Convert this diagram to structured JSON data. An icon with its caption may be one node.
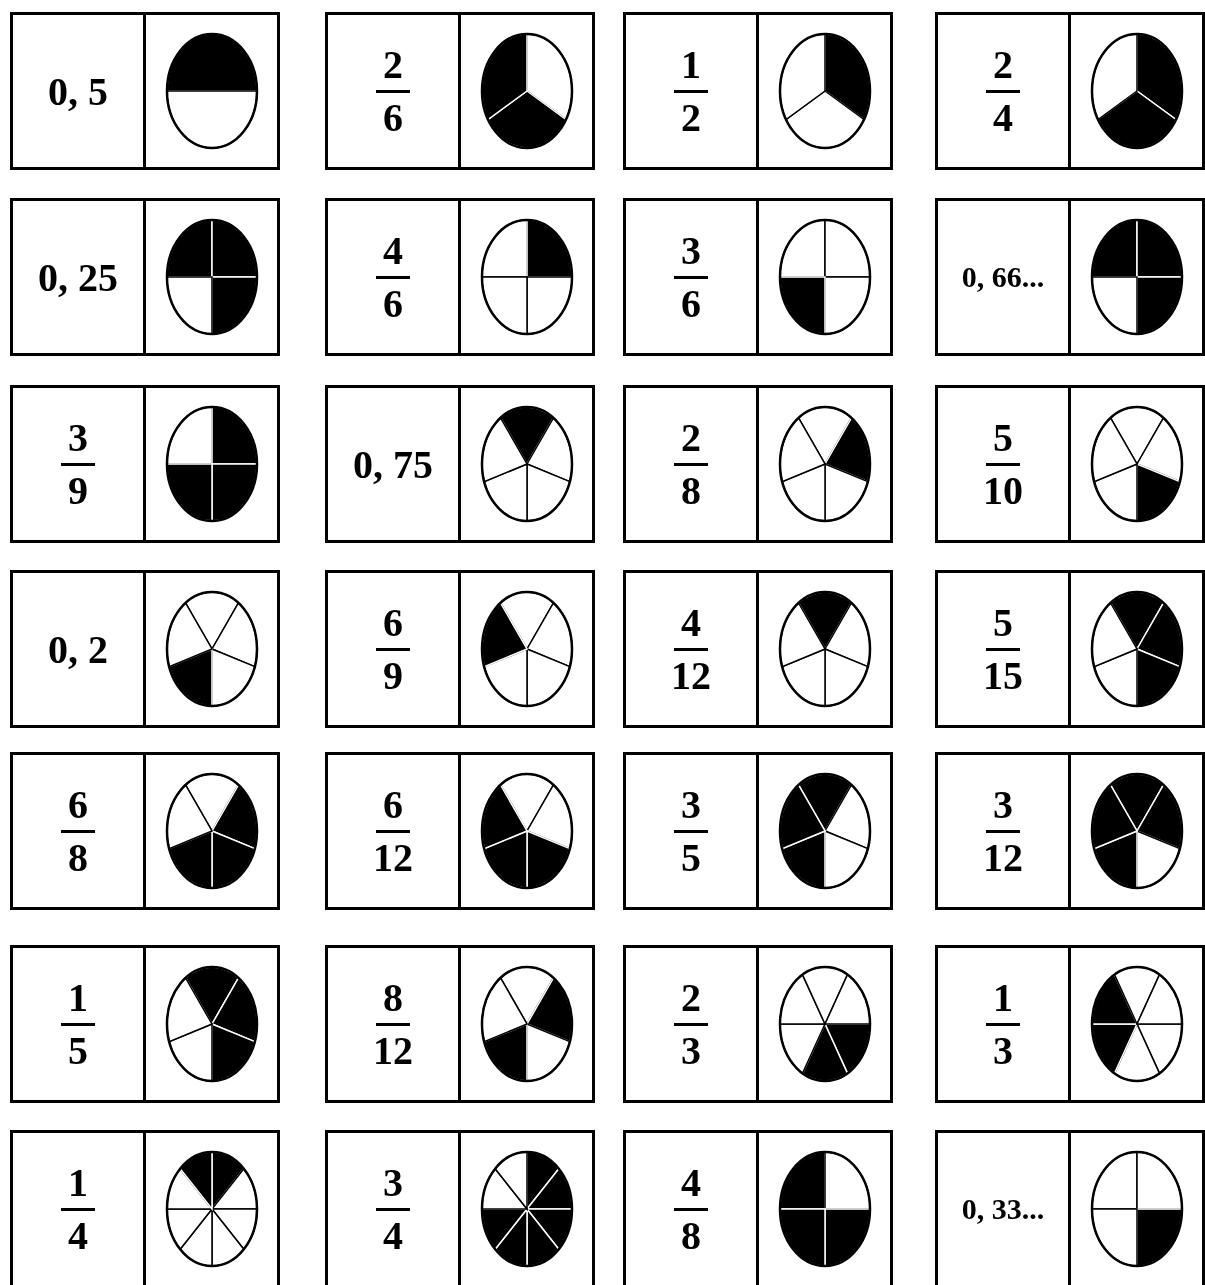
{
  "diagram": {
    "nodes": [
      {
        "text": [
          "0, 5"
        ]
      },
      {
        "text": [
          "2",
          "6"
        ]
      },
      {
        "text": [
          "1",
          "2"
        ]
      },
      {
        "text": [
          "2",
          "4"
        ]
      },
      {
        "text": [
          "0, 25"
        ]
      },
      {
        "text": [
          "4",
          "6"
        ]
      },
      {
        "text": [
          "3",
          "6"
        ]
      },
      {
        "text": [
          "0, 66..."
        ]
      },
      {
        "text": [
          "3",
          "9"
        ]
      },
      {
        "text": [
          "0, 75"
        ]
      },
      {
        "text": [
          "2",
          "8"
        ]
      },
      {
        "text": [
          "5",
          "10"
        ]
      },
      {
        "text": [
          "0, 2"
        ]
      },
      {
        "text": [
          "6",
          "9"
        ]
      },
      {
        "text": [
          "4",
          "12"
        ]
      },
      {
        "text": [
          "5",
          "15"
        ]
      },
      {
        "text": [
          "6",
          "8"
        ]
      },
      {
        "text": [
          "6",
          "12"
        ]
      },
      {
        "text": [
          "3",
          "5"
        ]
      },
      {
        "text": [
          "3",
          "12"
        ]
      },
      {
        "text": [
          "1",
          "5"
        ]
      },
      {
        "text": [
          "8",
          "12"
        ]
      },
      {
        "text": [
          "2",
          "3"
        ]
      },
      {
        "text": [
          "1",
          "3"
        ]
      },
      {
        "text": [
          "1",
          "4"
        ]
      },
      {
        "text": [
          "3",
          "4"
        ]
      },
      {
        "text": [
          "4",
          "8"
        ]
      },
      {
        "text": [
          "0, 33..."
        ]
      }
    ]
  }
}
